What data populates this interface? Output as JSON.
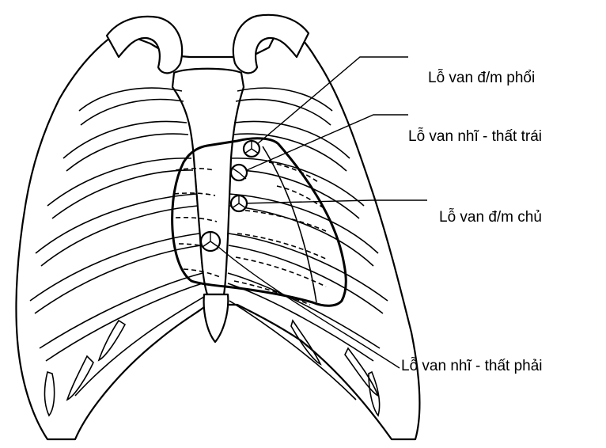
{
  "labels": {
    "pulmonary_valve": "Lỗ van đ/m phổi",
    "mitral_valve": "Lỗ van nhĩ - thất trái",
    "aortic_valve": "Lỗ van đ/m chủ",
    "tricuspid_valve": "Lỗ van  nhĩ - thất phải"
  }
}
